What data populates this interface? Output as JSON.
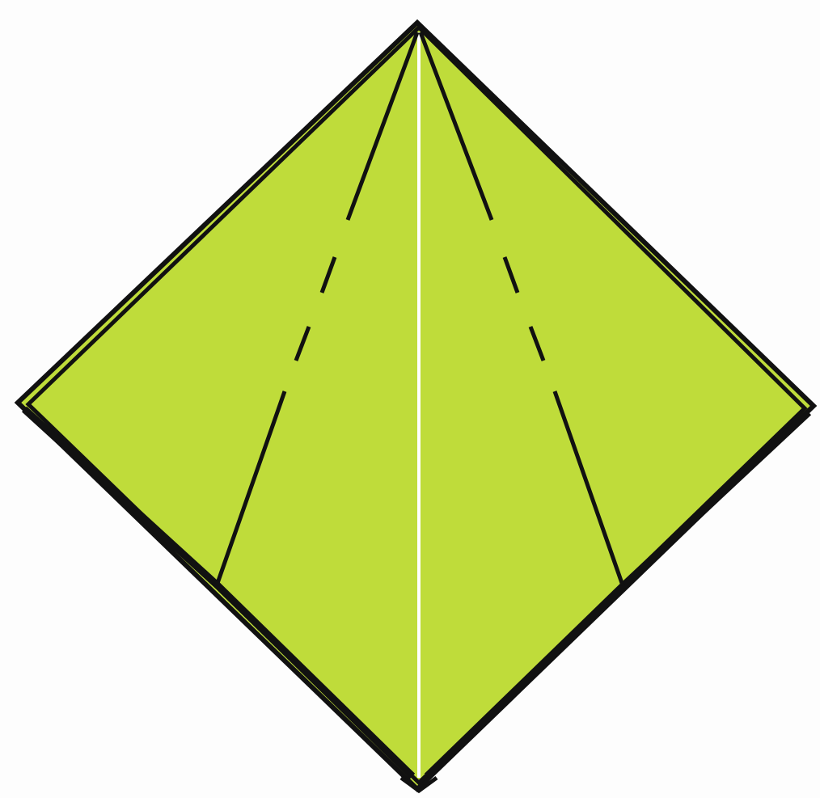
{
  "diagram": {
    "kind": "origami-fold-step",
    "colors": {
      "paper": "#bfdc3a",
      "outline": "#111111",
      "crease_center": "#ffffff",
      "background": "#fdfdfd"
    },
    "folds": [
      {
        "name": "left-fold-line",
        "style": "solid-dashed-solid"
      },
      {
        "name": "right-fold-line",
        "style": "solid-dashed-solid"
      },
      {
        "name": "center-crease",
        "style": "valley-crease-white"
      }
    ]
  }
}
